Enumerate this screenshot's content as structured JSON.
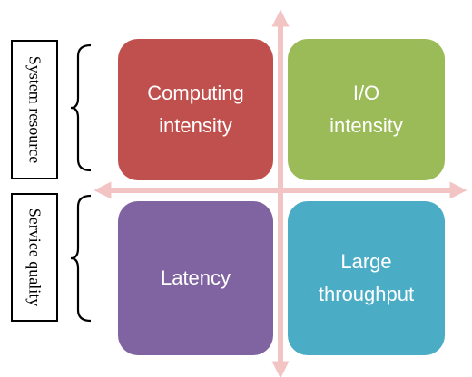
{
  "side_labels": {
    "system_resource": "System resource",
    "service_quality": "Service quality"
  },
  "quadrants": {
    "compute": {
      "text": "Computing\nintensity",
      "color": "#c0504d"
    },
    "io": {
      "text": "I/O\nintensity",
      "color": "#9bbb59"
    },
    "latency": {
      "text": "Latency",
      "color": "#8064a2"
    },
    "throughput": {
      "text": "Large\nthroughput",
      "color": "#4bacc6"
    }
  },
  "axis_color": "#f2c4c4"
}
